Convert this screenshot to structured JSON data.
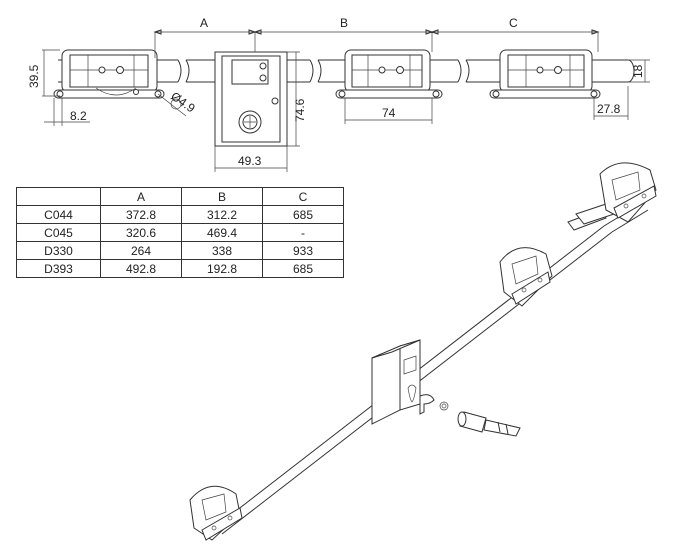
{
  "dimensions": {
    "A": "A",
    "B": "B",
    "C": "C",
    "height_left": "39.5",
    "offset_left": "8.2",
    "hole_dia": "Ø4.9",
    "lock_height": "74.6",
    "lock_width": "49.3",
    "keeper_width": "74",
    "right_height": "18",
    "right_offset": "27.8"
  },
  "table": {
    "headers": [
      "",
      "A",
      "B",
      "C"
    ],
    "rows": [
      {
        "code": "C044",
        "a": "372.8",
        "b": "312.2",
        "c": "685"
      },
      {
        "code": "C045",
        "a": "320.6",
        "b": "469.4",
        "c": "-"
      },
      {
        "code": "D330",
        "a": "264",
        "b": "338",
        "c": "933"
      },
      {
        "code": "D393",
        "a": "492.8",
        "b": "192.8",
        "c": "685"
      }
    ]
  }
}
